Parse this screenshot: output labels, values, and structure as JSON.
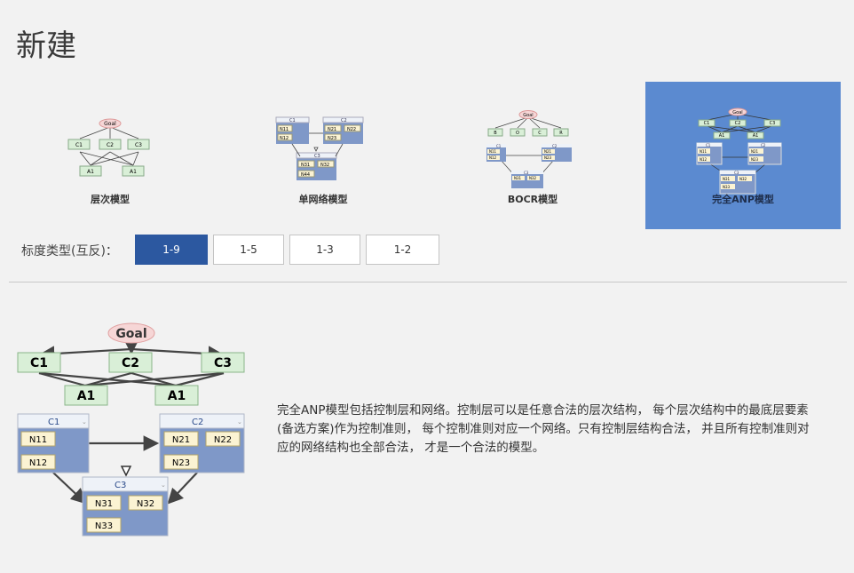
{
  "page": {
    "title": "新建"
  },
  "model_types": [
    {
      "label": "层次模型"
    },
    {
      "label": "单网络模型"
    },
    {
      "label": "BOCR模型"
    },
    {
      "label": "完全ANP模型"
    }
  ],
  "selected_model": "完全ANP模型",
  "scale": {
    "label": "标度类型(互反)：",
    "options": [
      "1-9",
      "1-5",
      "1-3",
      "1-2"
    ],
    "selected": "1-9"
  },
  "diagram": {
    "goal": "Goal",
    "criteria": [
      "C1",
      "C2",
      "C3"
    ],
    "alternatives": [
      "A1",
      "A1"
    ],
    "clusters": [
      {
        "name": "C1",
        "nodes": [
          "N11",
          "N12"
        ]
      },
      {
        "name": "C2",
        "nodes": [
          "N21",
          "N22",
          "N23"
        ]
      },
      {
        "name": "C3",
        "nodes": [
          "N31",
          "N32",
          "N33"
        ]
      }
    ]
  },
  "thumbnails": {
    "hier": {
      "goal": "Goal",
      "criteria": [
        "C1",
        "C2",
        "C3"
      ],
      "alts": [
        "A1",
        "A1"
      ]
    },
    "net": {
      "clusters": [
        "C1",
        "C2",
        "C3"
      ],
      "nodes": [
        "N11",
        "N12",
        "N21",
        "N22",
        "N23",
        "N31",
        "N32",
        "N44"
      ]
    },
    "bocr": {
      "goal": "Goal",
      "criteria": [
        "B",
        "O",
        "C",
        "R"
      ],
      "clusters": [
        "C1",
        "C2",
        "C3"
      ],
      "nodes": [
        "N11",
        "N12",
        "N21",
        "N23",
        "N31",
        "N32"
      ]
    },
    "anp": {
      "goal": "Goal",
      "criteria": [
        "C1",
        "C2",
        "C3"
      ],
      "alts": [
        "A1",
        "A1"
      ],
      "clusters": [
        "C1",
        "C2",
        "C3"
      ],
      "nodes": [
        "N11",
        "N12",
        "N21",
        "N23",
        "N31",
        "N32",
        "N33"
      ]
    }
  },
  "description": "完全ANP模型包括控制层和网络。控制层可以是任意合法的层次结构， 每个层次结构中的最底层要素(备选方案)作为控制准则， 每个控制准则对应一个网络。只有控制层结构合法， 并且所有控制准则对应的网络结构也全部合法， 才是一个合法的模型。",
  "colors": {
    "selected_card": "#5b8ad0",
    "active_button": "#2c58a0",
    "goal_fill": "#f6d6d6",
    "criteria_fill": "#d9efd7",
    "cluster_body": "#7f98c8",
    "node_fill": "#fbf3d3"
  }
}
